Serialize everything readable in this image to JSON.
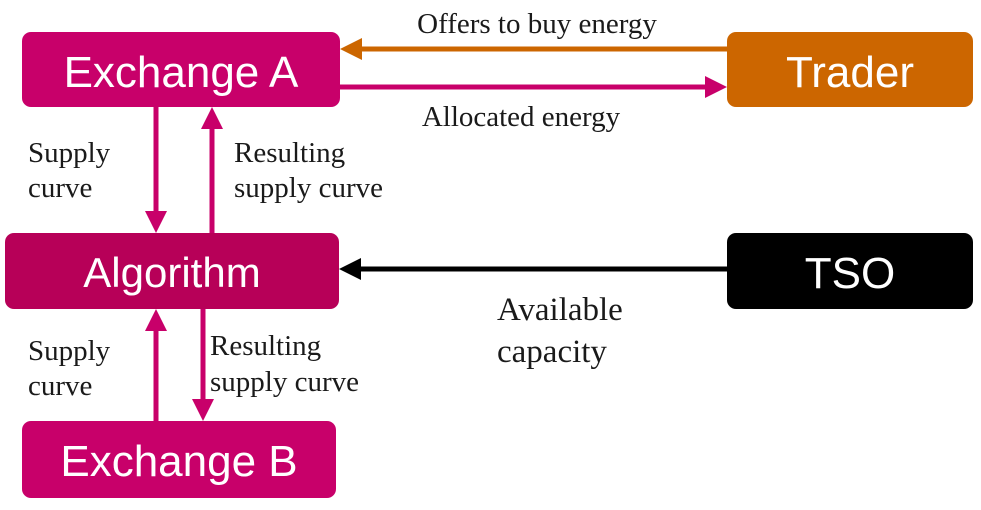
{
  "colors": {
    "exchange": "#c8006a",
    "algorithm": "#b70058",
    "trader": "#cc6600",
    "tso": "#000000",
    "arrow_orange": "#cc6600",
    "arrow_magenta": "#c8006a",
    "arrow_black": "#000000"
  },
  "nodes": {
    "exchange_a": "Exchange A",
    "trader": "Trader",
    "algorithm": "Algorithm",
    "tso": "TSO",
    "exchange_b": "Exchange B"
  },
  "edges": {
    "offers_to_buy": "Offers to buy energy",
    "allocated_energy": "Allocated energy",
    "supply_curve_a": [
      "Supply",
      "curve"
    ],
    "resulting_supply_curve_a": [
      "Resulting",
      "supply curve"
    ],
    "supply_curve_b": [
      "Supply",
      "curve"
    ],
    "resulting_supply_curve_b": [
      "Resulting",
      "supply curve"
    ],
    "available_capacity": [
      "Available",
      "capacity"
    ]
  }
}
